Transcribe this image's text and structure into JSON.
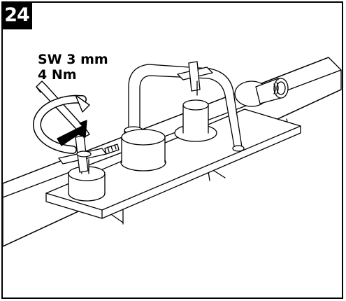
{
  "step": {
    "number": "24",
    "tool": "SW 3 mm",
    "torque": "4 Nm"
  },
  "colors": {
    "ink": "#000000",
    "paper": "#ffffff",
    "badge_bg": "#000000",
    "badge_text": "#ffffff"
  },
  "icons": [
    "allen-key-icon",
    "rotate-arrow-icon",
    "direction-arrow-icon"
  ]
}
